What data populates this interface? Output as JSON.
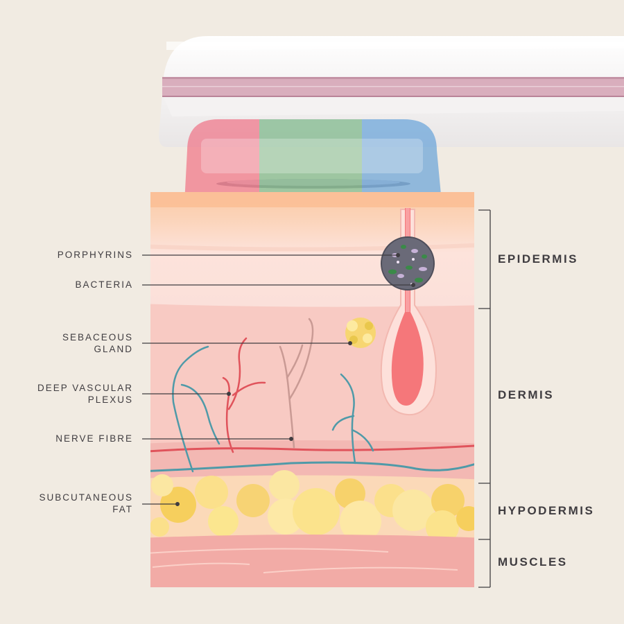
{
  "callouts": {
    "porphyrins": "PORPHYRINS",
    "bacteria": "BACTERIA",
    "sebaceous_gland": [
      "SEBACEOUS",
      "GLAND"
    ],
    "deep_vascular_plexus": [
      "DEEP VASCULAR",
      "PLEXUS"
    ],
    "nerve_fibre": "NERVE FIBRE",
    "subcutaneous_fat": [
      "SUBCUTANEOUS",
      "FAT"
    ]
  },
  "layers": {
    "epidermis": "EPIDERMIS",
    "dermis": "DERMIS",
    "hypodermis": "HYPODERMIS",
    "muscles": "MUSCLES"
  },
  "colors": {
    "background": "#f1ebe2",
    "red_light": "#f0506a",
    "green_light": "#5aa86c",
    "blue_light": "#3f8ed6",
    "device_trim": "#d9aebd",
    "text": "#3f3c40"
  }
}
